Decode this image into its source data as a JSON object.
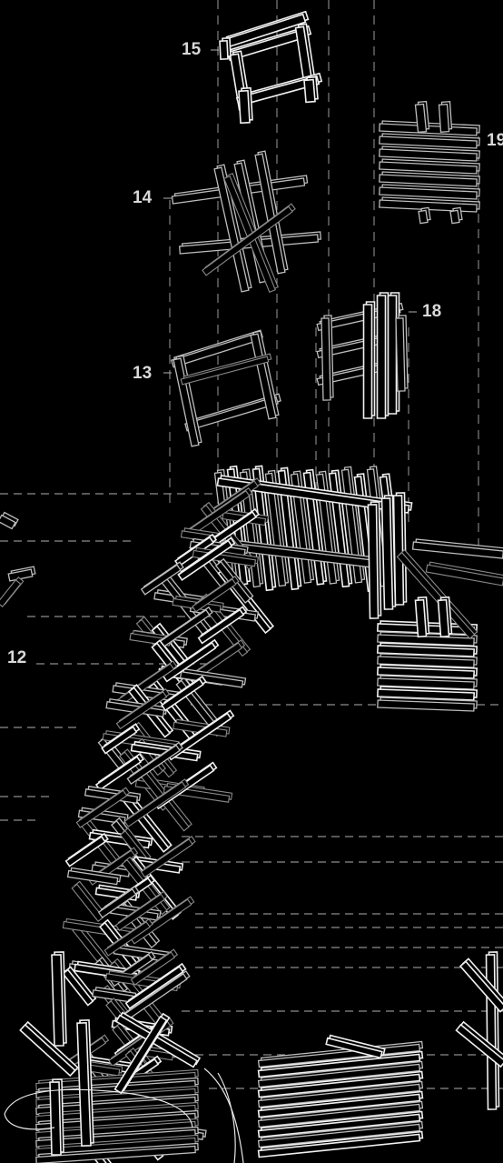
{
  "diagram": {
    "components": [
      {
        "id": "15",
        "label": "15"
      },
      {
        "id": "14",
        "label": "14"
      },
      {
        "id": "13",
        "label": "13"
      },
      {
        "id": "18",
        "label": "18"
      },
      {
        "id": "12",
        "label": "12"
      },
      {
        "id": "19",
        "label": "19"
      }
    ],
    "colors": {
      "background": "#000000",
      "linework": "#f0f0f0",
      "dashed_guides": "#b0b0b0"
    },
    "style": "exploded axonometric timber stick assembly, white line on black"
  }
}
